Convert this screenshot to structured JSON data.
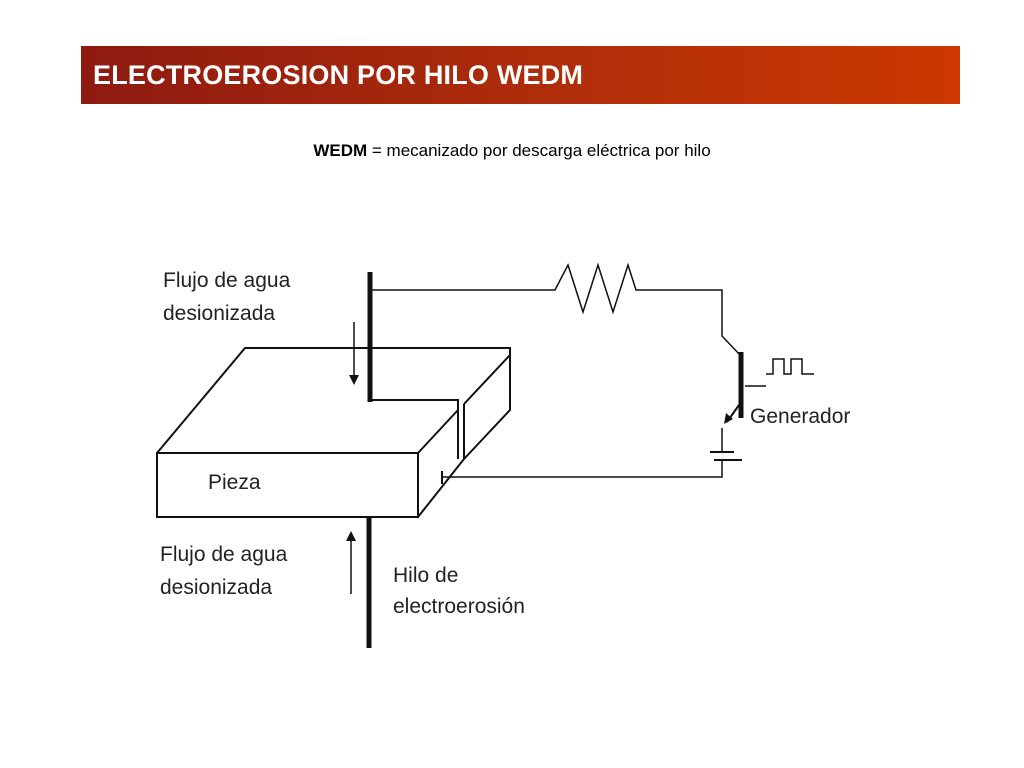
{
  "header": {
    "title": "ELECTROEROSION POR HILO WEDM"
  },
  "subtitle": {
    "term": "WEDM",
    "definition": " = mecanizado por descarga eléctrica por hilo"
  },
  "diagram": {
    "water_flow_top": [
      "Flujo de agua",
      "desionizada"
    ],
    "water_flow_bottom": [
      "Flujo de agua",
      "desionizada"
    ],
    "workpiece_label": "Pieza",
    "wire_label": [
      "Hilo de",
      "electroerosión"
    ],
    "generator_label": "Generador"
  }
}
